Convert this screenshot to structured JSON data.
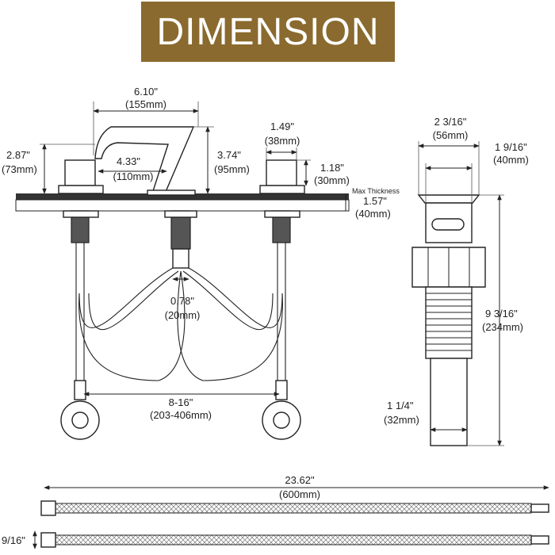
{
  "banner": {
    "title": "DIMENSION",
    "color": "#8a6a2e"
  },
  "faucet": {
    "spout_width": {
      "in": "6.10\"",
      "mm": "(155mm)"
    },
    "spout_height": {
      "in": "2.87\"",
      "mm": "(73mm)"
    },
    "spout_reach": {
      "in": "4.33\"",
      "mm": "(110mm)"
    },
    "spout_total_height": {
      "in": "3.74\"",
      "mm": "(95mm)"
    },
    "handle_width": {
      "in": "1.49\"",
      "mm": "(38mm)"
    },
    "handle_height": {
      "in": "1.18\"",
      "mm": "(30mm)"
    },
    "max_thickness": {
      "label": "Max Thickness",
      "in": "1.57\"",
      "mm": "(40mm)"
    },
    "tee_gap": {
      "in": "0.78\"",
      "mm": "(20mm)"
    },
    "spread": {
      "in": "8-16\"",
      "mm": "(203-406mm)"
    }
  },
  "drain": {
    "cap_width": {
      "in": "2 3/16\"",
      "mm": "(56mm)"
    },
    "body_width": {
      "in": "1 9/16\"",
      "mm": "(40mm)"
    },
    "length": {
      "in": "9 3/16\"",
      "mm": "(234mm)"
    },
    "tail_width": {
      "in": "1 1/4\"",
      "mm": "(32mm)"
    }
  },
  "hose": {
    "length": {
      "in": "23.62\"",
      "mm": "(600mm)"
    },
    "nut": {
      "in": "9/16\""
    }
  }
}
